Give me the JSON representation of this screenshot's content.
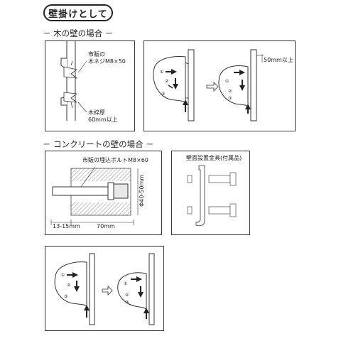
{
  "title": "壁掛けとして",
  "sections": {
    "wood": {
      "heading": "－ 木の壁の場合 －",
      "screw_label_1": "市販の",
      "screw_label_2": "木ネジM8×50",
      "frame_label_1": "木枠厚",
      "frame_label_2": "60mm以上",
      "gap_label": "50mm以上"
    },
    "concrete": {
      "heading": "－ コンクリートの壁の場合 －",
      "bolt_label": "市販の埋込ボルトM8×60",
      "depth_label": "Φ40-50mm",
      "dim_left": "13-15mm",
      "dim_right": "70mm",
      "bracket_label": "壁面設置金具(付属品)"
    }
  },
  "steps": [
    "①",
    "②",
    "③"
  ]
}
